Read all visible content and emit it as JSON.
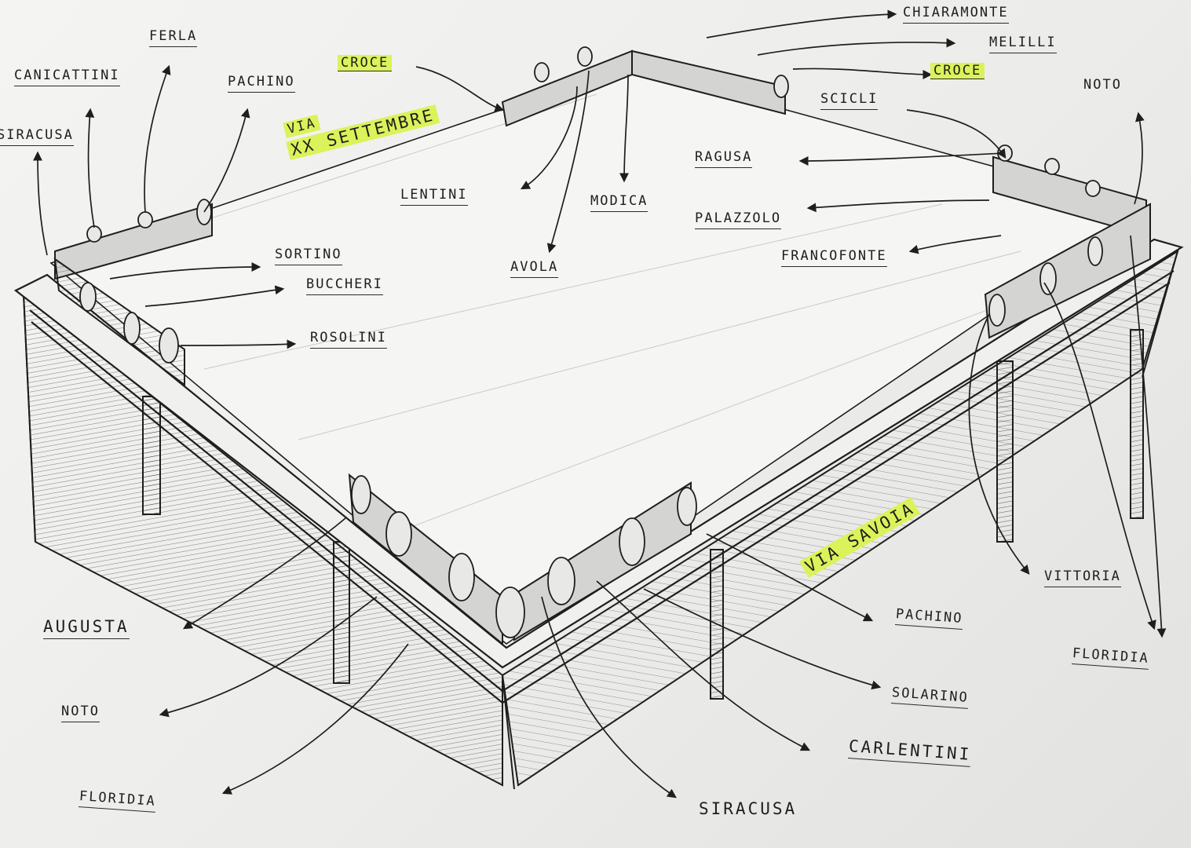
{
  "labels": {
    "chiaramonte": "CHIARAMONTE",
    "melilli": "MELILLI",
    "ferla": "FERLA",
    "canicattini": "CANICATTINI",
    "pachino_top": "PACHINO",
    "siracusa_left": "SIRACUSA",
    "lentini": "LENTINI",
    "modica": "MODICA",
    "ragusa": "RAGUSA",
    "scicli": "SCICLI",
    "noto_top": "NOTO",
    "palazzolo": "PALAZZOLO",
    "francofonte": "FRANCOFONTE",
    "avola": "AVOLA",
    "sortino": "SORTINO",
    "buccheri": "BUCCHERI",
    "rosolini": "ROSOLINI",
    "vittoria": "VITTORIA",
    "floridia_right": "FLORIDIA",
    "pachino_right": "PACHINO",
    "solarino": "SOLARINO",
    "carlentini": "CARLENTINI",
    "siracusa_bottom": "SIRACUSA",
    "augusta": "AUGUSTA",
    "noto_bottom": "NOTO",
    "floridia_left": "FLORIDIA"
  },
  "highlights": {
    "croce_left": "CROCE",
    "croce_right": "CROCE",
    "via_xx_line1": "VIA",
    "via_xx_line2": "XX SETTEMBRE",
    "via_savoia": "VIA SAVOIA"
  },
  "colors": {
    "paper": "#efefed",
    "ink": "#1e1e1e",
    "highlighter": "#dcf25a"
  }
}
